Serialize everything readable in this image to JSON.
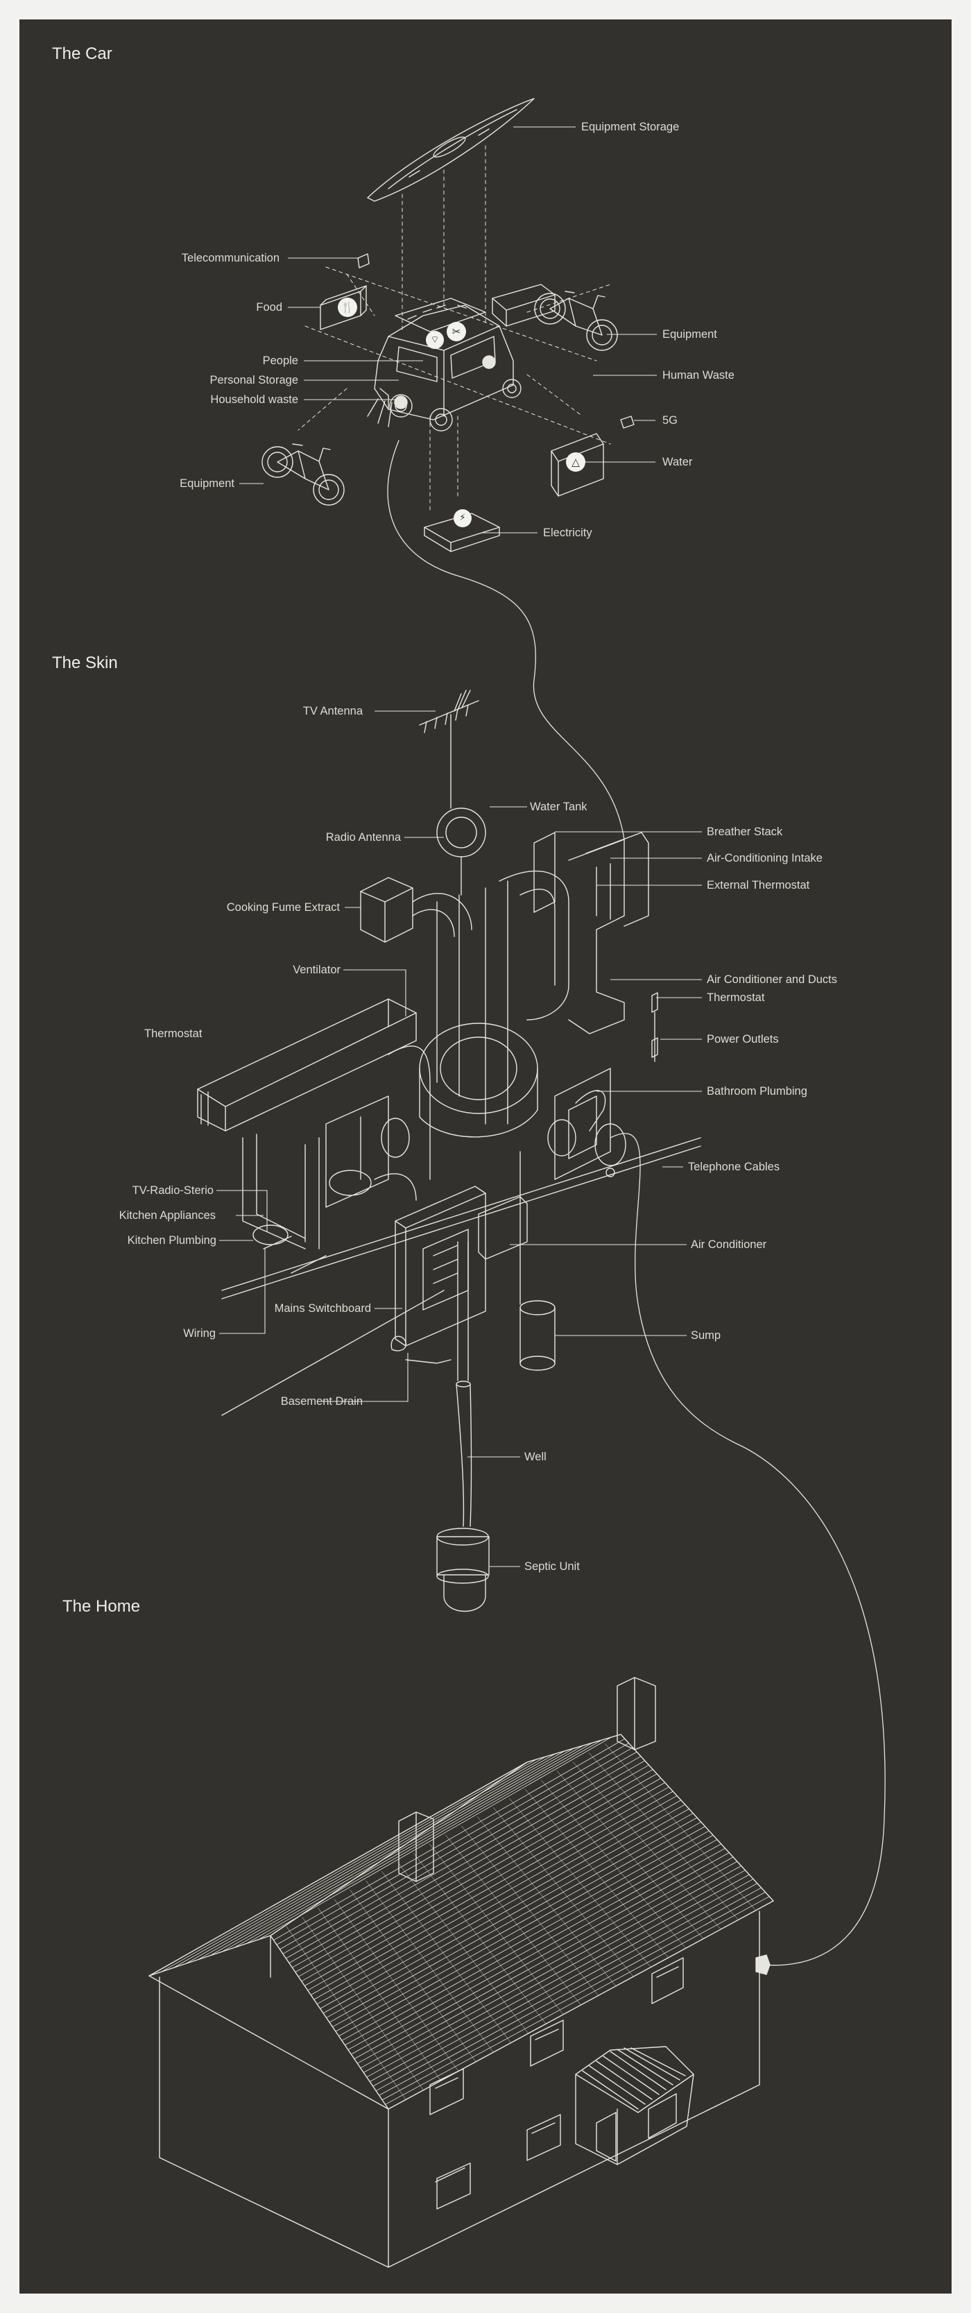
{
  "sections": {
    "car": "The Car",
    "skin": "The Skin",
    "home": "The Home"
  },
  "car_labels": {
    "equipment_storage": "Equipment Storage",
    "telecommunication": "Telecommunication",
    "food": "Food",
    "equipment_right": "Equipment",
    "people": "People",
    "personal_storage": "Personal Storage",
    "human_waste": "Human Waste",
    "household_waste": "Household waste",
    "five_g": "5G",
    "water": "Water",
    "equipment_left": "Equipment",
    "electricity": "Electricity"
  },
  "skin_labels": {
    "tv_antenna": "TV Antenna",
    "water_tank": "Water Tank",
    "radio_antenna": "Radio Antenna",
    "breather_stack": "Breather Stack",
    "ac_intake": "Air-Conditioning Intake",
    "external_thermostat": "External Thermostat",
    "cooking_fume_extract": "Cooking Fume Extract",
    "ventilator": "Ventilator",
    "ac_and_ducts": "Air Conditioner and Ducts",
    "thermostat_right": "Thermostat",
    "thermostat_left": "Thermostat",
    "power_outlets": "Power Outlets",
    "bathroom_plumbing": "Bathroom Plumbing",
    "telephone_cables": "Telephone Cables",
    "tv_radio_stereo": "TV-Radio-Sterio",
    "kitchen_appliances": "Kitchen Appliances",
    "kitchen_plumbing": "Kitchen Plumbing",
    "air_conditioner": "Air Conditioner",
    "mains_switchboard": "Mains Switchboard",
    "wiring": "Wiring",
    "sump": "Sump",
    "basement_drain": "Basement Drain",
    "well": "Well",
    "septic_unit": "Septic Unit"
  },
  "icons": {
    "food": "fork-knife-icon",
    "wifi": "wifi-icon",
    "tools": "tools-icon",
    "water": "water-drop-icon",
    "electricity": "plug-icon"
  },
  "colors": {
    "background": "#33312d",
    "line": "#e6e6e0",
    "text": "#dcdcd6",
    "frame": "#f2f2f0"
  }
}
